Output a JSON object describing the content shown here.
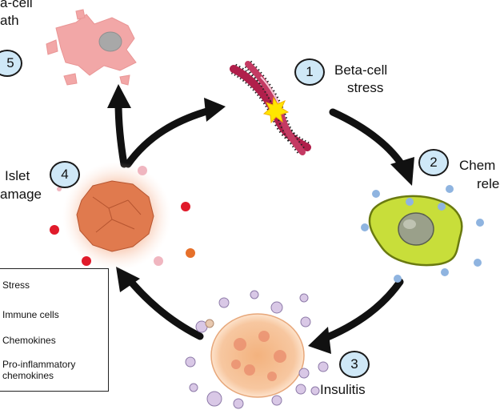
{
  "stages": [
    {
      "number": "1",
      "label_line1": "Beta-cell",
      "label_line2": "stress"
    },
    {
      "number": "2",
      "label_line1": "Chem",
      "label_line2": "rele"
    },
    {
      "number": "3",
      "label_line1": "Insulitis"
    },
    {
      "number": "4",
      "label_line1": "Islet",
      "label_line2": "amage"
    },
    {
      "number": "5",
      "label_line1": "a-cell",
      "label_line2": "ath"
    }
  ],
  "legend": {
    "items": [
      "Stress",
      "Immune cells",
      "Chemokines"
    ],
    "item4_line1": "Pro-inflammatory",
    "item4_line2": "chemokines"
  },
  "colors": {
    "badge_fill": "#cfe8f7",
    "arrow": "#111111",
    "chromosome": "#b01f4b",
    "stress_star": "#ffe600",
    "chemokine_cell": "#c8de3a",
    "chemokine_dot": "#8fb4e0",
    "islet": "#e07a4e",
    "proinflammatory_dot": "#e01a2a",
    "dead_cell": "#f2a7a7"
  }
}
